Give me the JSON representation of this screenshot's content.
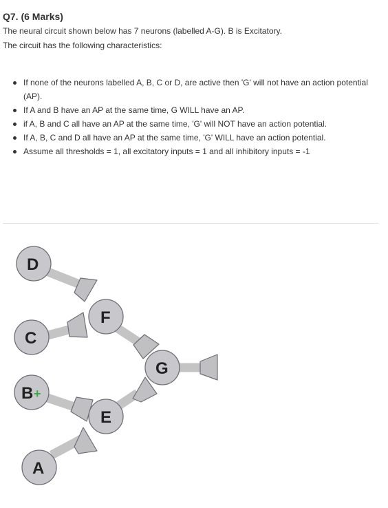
{
  "question": {
    "title": "Q7. (6 Marks)",
    "intro": "The neural circuit shown below has 7 neurons (labelled A-G). B is Excitatory.",
    "lead": "The circuit has the following characteristics:",
    "bullets": [
      "If none of the neurons labelled A, B, C or D, are active then 'G' will not have an action potential (AP).",
      "If A and B have an AP at the same time, G WILL have an AP.",
      "if A, B and C all have an AP at the same time, 'G' will NOT have an action potential.",
      "If A, B, C and D all have an AP at the same time, 'G' WILL have an action potential.",
      "Assume all thresholds = 1, all excitatory inputs = 1 and all inhibitory inputs = -1"
    ]
  },
  "diagram": {
    "neurons": [
      {
        "id": "D",
        "label": "D"
      },
      {
        "id": "C",
        "label": "C"
      },
      {
        "id": "B",
        "label": "B"
      },
      {
        "id": "A",
        "label": "A"
      },
      {
        "id": "F",
        "label": "F"
      },
      {
        "id": "E",
        "label": "E"
      },
      {
        "id": "G",
        "label": "G"
      }
    ],
    "excitatory_marker": "+",
    "colors": {
      "neuron_fill": "#c8c8cc",
      "neuron_stroke": "#6e6e78",
      "axon": "#c4c4c4",
      "terminal_fill": "#c0c0c2",
      "terminal_stroke": "#6e6e78",
      "plus": "#3aa845"
    }
  }
}
